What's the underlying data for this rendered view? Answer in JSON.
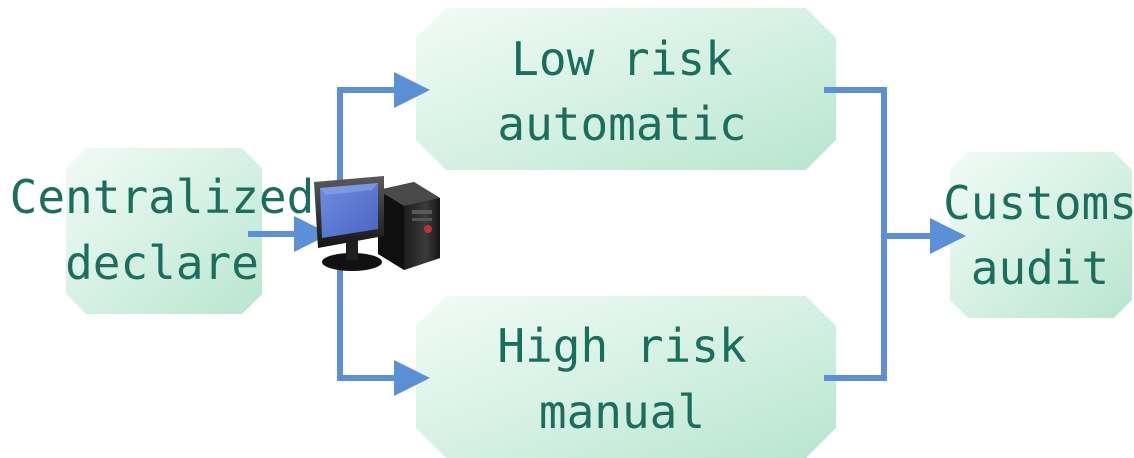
{
  "nodes": {
    "centralized_declare": {
      "line1": "Centralized",
      "line2": "declare"
    },
    "low_risk": {
      "line1": "Low risk",
      "line2": "automatic"
    },
    "high_risk": {
      "line1": "High risk",
      "line2": "manual"
    },
    "customs_audit": {
      "line1": "Customs",
      "line2": "audit"
    }
  },
  "colors": {
    "box_fill_light": "#e9f8f1",
    "box_fill_dark": "#bfe8d4",
    "text": "#1b6e5e",
    "arrow": "#5b8fd6"
  },
  "icons": {
    "computer": "desktop-computer-icon"
  }
}
